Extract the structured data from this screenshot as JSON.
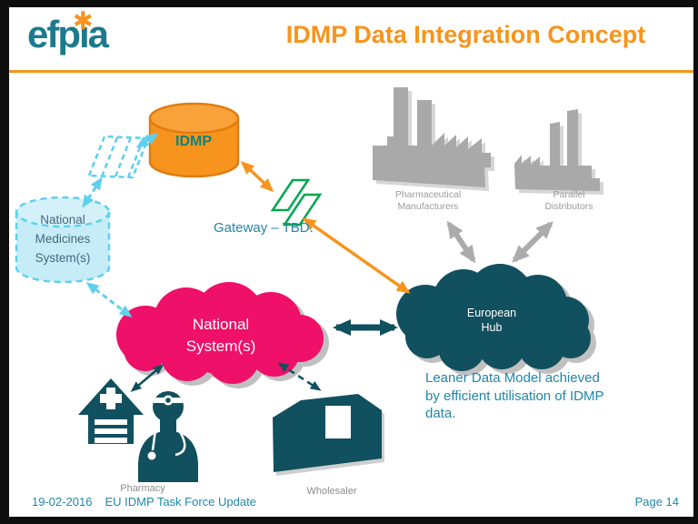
{
  "slide": {
    "logo": {
      "text_pre": "efp",
      "text_i": "ı",
      "text_post": "a",
      "asterisk": "✱"
    },
    "title": "IDMP Data Integration Concept",
    "footer": {
      "date": "19-02-2016",
      "deck_title": "EU IDMP Task Force Update",
      "page": "Page 14"
    }
  },
  "diagram": {
    "idmp_cylinder_label": "IDMP",
    "national_medicines_lines": [
      "National",
      "Medicines",
      "System(s)"
    ],
    "gateway_label": "Gateway – TBD.",
    "pharma_manufacturers_lines": [
      "Pharmaceutical",
      "Manufacturers"
    ],
    "parallel_distributors_lines": [
      "Parallel",
      "Distributors"
    ],
    "national_system_lines": [
      "National",
      "System(s)"
    ],
    "european_hub_lines": [
      "European",
      "Hub"
    ],
    "pharmacy_label": "Pharmacy",
    "wholesaler_label": "Wholesaler",
    "note_lines": [
      "Leaner Data Model achieved",
      "by efficient utilisation of IDMP",
      "data."
    ]
  },
  "icons": [
    "idmp-database-cylinder-icon",
    "national-medicines-cylinder-icon",
    "sync-gateway-hatched-icon",
    "gateway-icon",
    "factory-large-icon",
    "factory-small-icon",
    "national-system-cloud-icon",
    "european-hub-cloud-icon",
    "pharmacy-house-icon",
    "pharmacist-person-icon",
    "wholesaler-warehouse-icon"
  ],
  "colors": {
    "accent_orange": "#F7941D",
    "brand_teal": "#1C7A8C",
    "text_teal": "#2186A9",
    "pink": "#EE1069",
    "dark_teal": "#11505E",
    "cyan": "#5FD0EC",
    "light_blue": "#C6ECF8",
    "gray": "#ABABAB",
    "green": "#00A651"
  }
}
